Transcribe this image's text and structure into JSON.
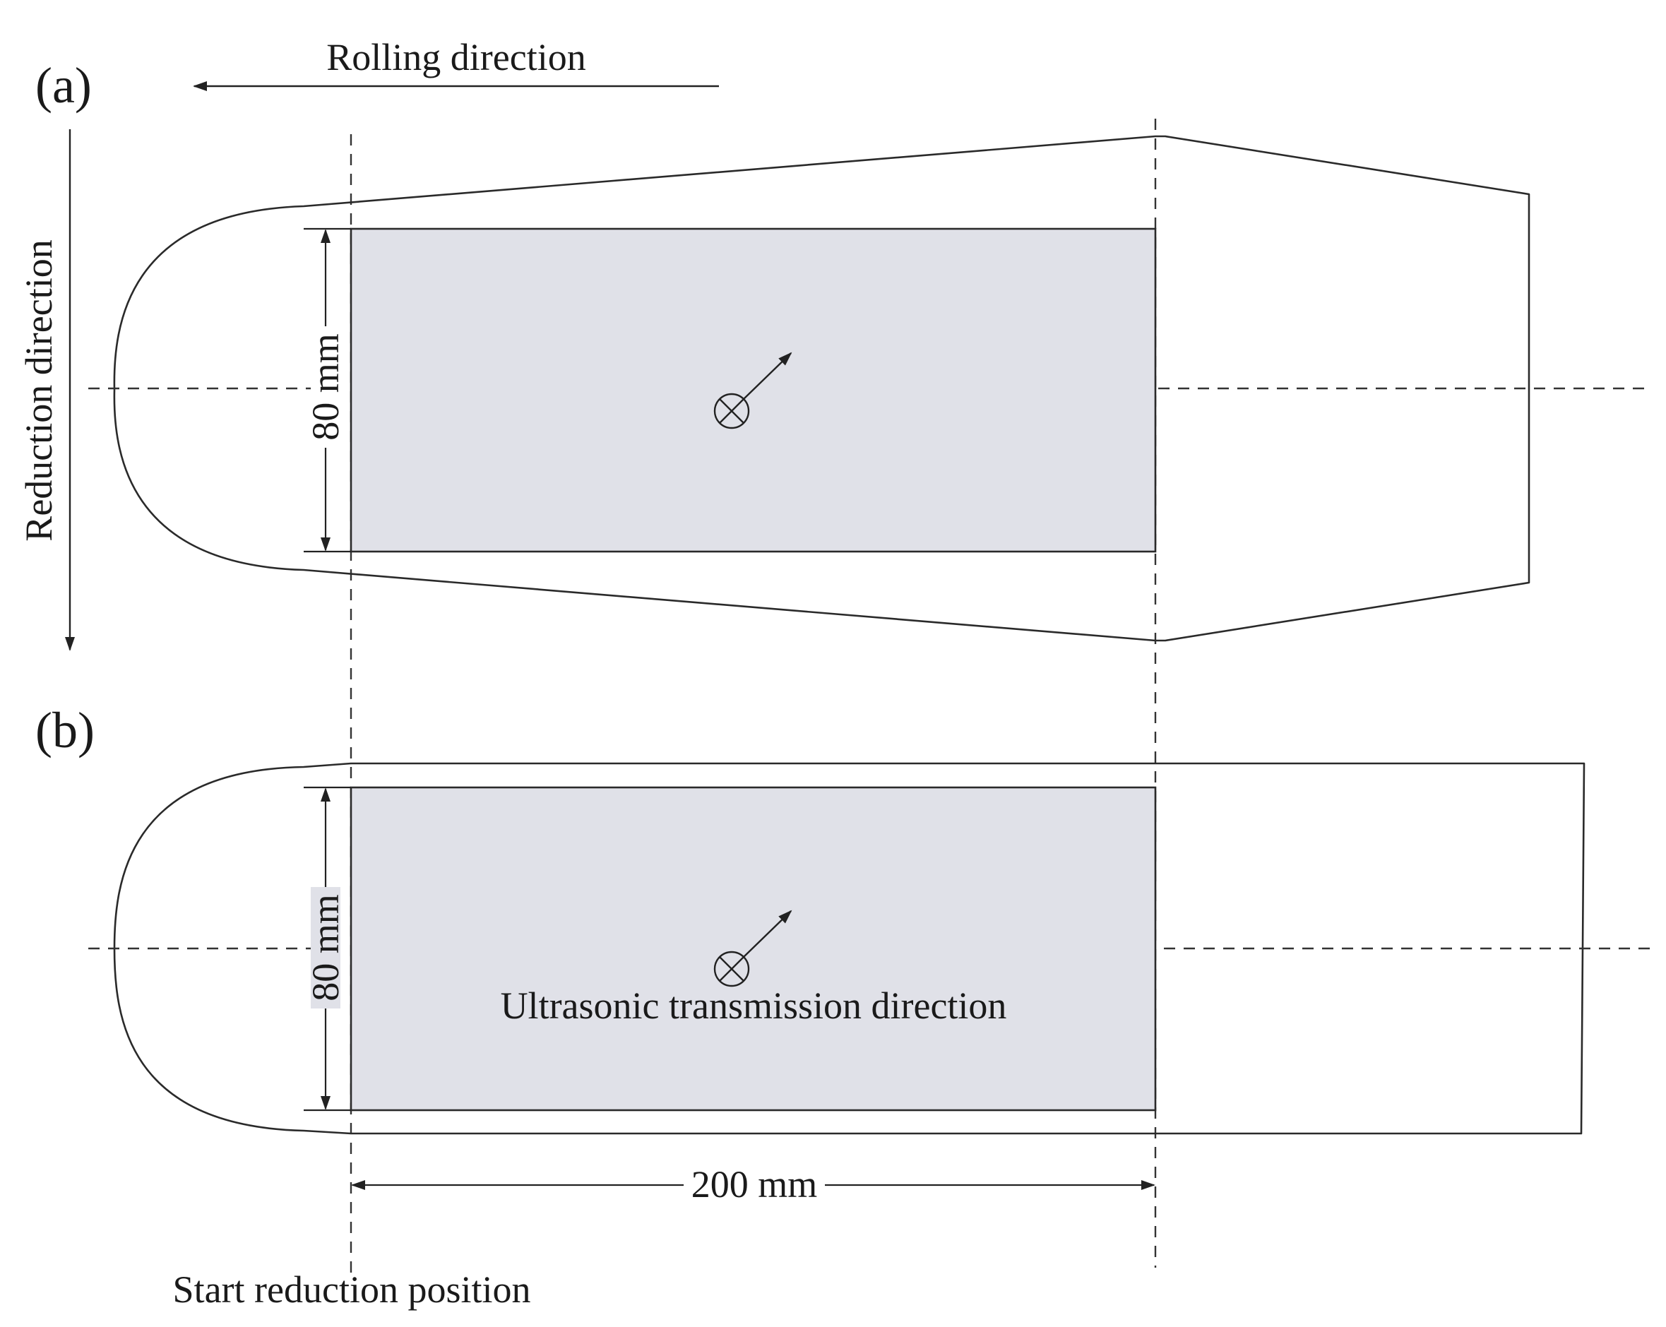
{
  "labels": {
    "panel_a": "(a)",
    "panel_b": "(b)",
    "rolling_direction": "Rolling direction",
    "reduction_direction": "Reduction direction",
    "dim_height_a": "80 mm",
    "dim_height_b": "80 mm",
    "dim_length": "200 mm",
    "ultrasonic": "Ultrasonic transmission direction",
    "start_reduction": "Start reduction position"
  },
  "colors": {
    "detection_zone_fill": "#e0e1e8",
    "line": "#2a2a2a"
  },
  "symbols": {
    "into_page_marker": "circled-x-icon",
    "transmission_arrow": "arrow-up-right-icon"
  }
}
